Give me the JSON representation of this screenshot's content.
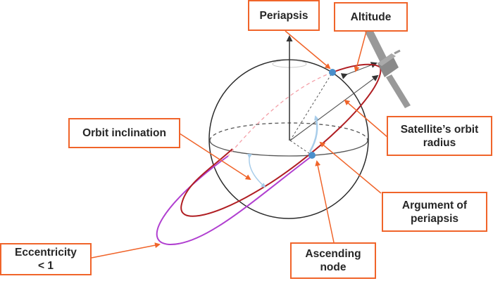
{
  "labels": {
    "periapsis": "Periapsis",
    "altitude": "Altitude",
    "orbit_inclination": "Orbit inclination",
    "satellite_orbit_radius": "Satellite’s orbit\nradius",
    "argument_of_periapsis": "Argument of\nperiapsis",
    "eccentricity": "Eccentricity\n< 1",
    "ascending_node": "Ascending\nnode"
  },
  "colors": {
    "callout": "#f0642a",
    "orbit_circular": "#b01e23",
    "orbit_elliptic": "#b03fd0",
    "node_marker": "#4a8fcb",
    "angle_arc": "#a8cdea",
    "sphere": "#2a2a2a"
  }
}
